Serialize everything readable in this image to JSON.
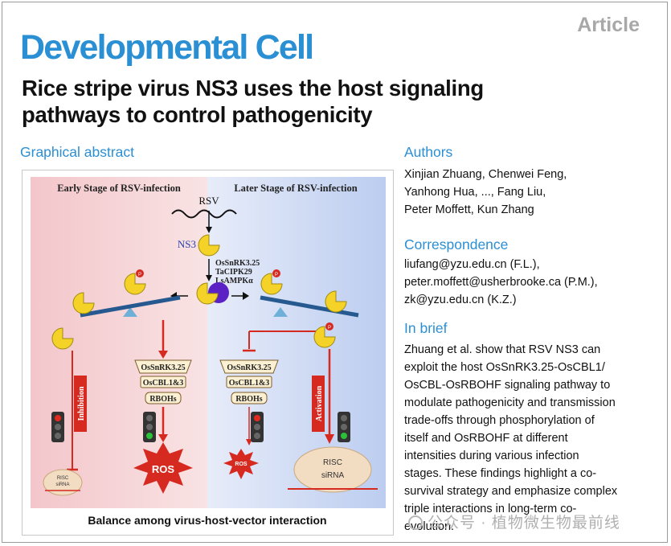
{
  "header": {
    "article_tag": "Article",
    "journal": "Developmental Cell",
    "title": "Rice stripe virus NS3 uses the host signaling pathways to control pathogenicity"
  },
  "graphical_abstract": {
    "label": "Graphical abstract",
    "early_stage": "Early Stage of RSV-infection",
    "later_stage": "Later Stage of RSV-infection",
    "rsv": "RSV",
    "ns3": "NS3",
    "kinases": [
      "OsSnRK3.25",
      "TaCIPK29",
      "LsAMPKα"
    ],
    "pathway_boxes": [
      "OsSnRK3.25",
      "OsCBL1&3",
      "RBOHs"
    ],
    "inhibition": "Inhibition",
    "activation": "Activation",
    "ros": "ROS",
    "risc": "RISC",
    "sirna": "siRNA",
    "phospho": "P",
    "balance": "Balance among virus-host-vector interaction"
  },
  "authors": {
    "label": "Authors",
    "lines": [
      "Xinjian Zhuang, Chenwei Feng,",
      "Yanhong Hua, ..., Fang Liu,",
      "Peter Moffett, Kun Zhang"
    ]
  },
  "correspondence": {
    "label": "Correspondence",
    "lines": [
      "liufang@yzu.edu.cn (F.L.),",
      "peter.moffett@usherbrooke.ca (P.M.),",
      "zk@yzu.edu.cn (K.Z.)"
    ]
  },
  "in_brief": {
    "label": "In brief",
    "lines": [
      "Zhuang et al. show that RSV NS3 can",
      "exploit the host OsSnRK3.25-OsCBL1/",
      "OsCBL-OsRBOHF signaling pathway to",
      "modulate pathogenicity and transmission",
      "trade-offs through phosphorylation of",
      "itself and OsRBOHF at different",
      "intensities during various infection",
      "stages. These findings highlight a co-",
      "survival strategy and emphasize complex",
      "triple interactions in long-term co-",
      "evolution."
    ]
  },
  "watermark": "公众号 · 植物微生物最前线",
  "colors": {
    "brand": "#2b8fd4",
    "early_bg": "#f6d4d6",
    "later_bg": "#cfdaf5",
    "arrow_red": "#d62a20"
  }
}
